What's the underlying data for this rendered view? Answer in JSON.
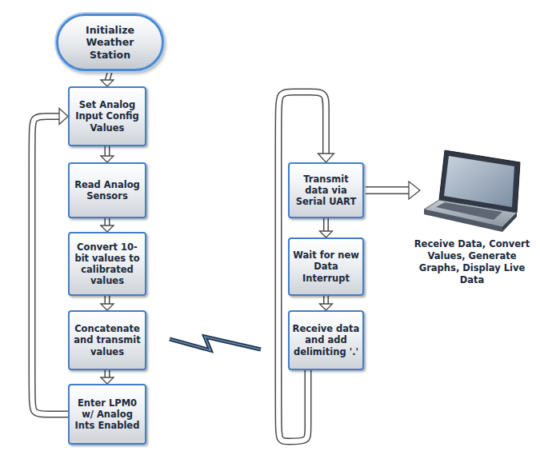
{
  "diagram": {
    "nodes": [
      {
        "text": [
          "Initialize Weather Station"
        ]
      },
      {
        "text": [
          "Set Analog Input Config Values"
        ]
      },
      {
        "text": [
          "Read Analog Sensors"
        ]
      },
      {
        "text": [
          "Convert 10-bit values to calibrated values"
        ]
      },
      {
        "text": [
          "Concatenate and transmit values"
        ]
      },
      {
        "text": [
          "Enter LPM0 w/ Analog Ints Enabled"
        ]
      },
      {
        "text": [
          "Transmit data via Serial UART"
        ]
      },
      {
        "text": [
          "Wait for new Data Interrupt"
        ]
      },
      {
        "text": [
          "Receive data and add delimiting '.'"
        ]
      }
    ],
    "edges": [
      {
        "from": 0,
        "to": 1,
        "arrow": "to"
      },
      {
        "from": 1,
        "to": 2,
        "arrow": "to"
      },
      {
        "from": 2,
        "to": 3,
        "arrow": "to"
      },
      {
        "from": 3,
        "to": 4,
        "arrow": "to"
      },
      {
        "from": 4,
        "to": 5,
        "arrow": "to"
      },
      {
        "from": 5,
        "to": 1,
        "arrow": "to"
      },
      {
        "from": 6,
        "to": 7,
        "arrow": "to"
      },
      {
        "from": 7,
        "to": 8,
        "arrow": "to"
      },
      {
        "from": 8,
        "to": 6,
        "arrow": "to"
      }
    ],
    "labels": [
      "Receive Data, Convert Values, Generate Graphs, Display Live Data"
    ]
  }
}
